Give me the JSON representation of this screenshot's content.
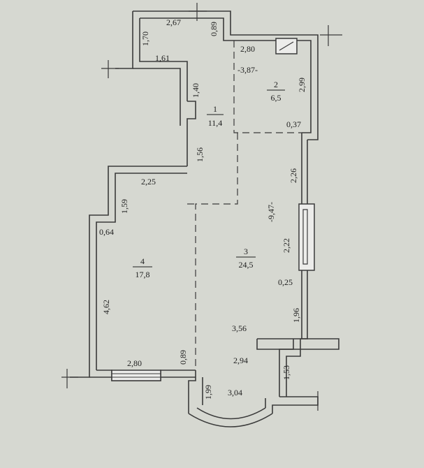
{
  "rooms": [
    {
      "id": "1",
      "area": "11,4"
    },
    {
      "id": "2",
      "area": "6,5"
    },
    {
      "id": "3",
      "area": "24,5"
    },
    {
      "id": "4",
      "area": "17,8"
    }
  ],
  "dims": {
    "d_2_67": "2,67",
    "d_0_89_top": "0,89",
    "d_1_70": "1,70",
    "d_1_61": "1,61",
    "d_1_40": "1,40",
    "d_2_80_top": "2,80",
    "d_3_87": "-3,87-",
    "d_2_99": "2,99",
    "d_0_37": "0,37",
    "d_1_56": "1,56",
    "d_2_25": "2,25",
    "d_2_26": "2,26",
    "d_1_59": "1,59",
    "d_9_47": "-9,47-",
    "d_0_64": "0,64",
    "d_2_22": "2,22",
    "d_0_25": "0,25",
    "d_4_62": "4,62",
    "d_1_96": "1,96",
    "d_3_56": "3,56",
    "d_0_89_bottom": "0,89",
    "d_2_80_bottom": "2,80",
    "d_2_94": "2,94",
    "d_1_53": "1,53",
    "d_1_99": "1,99",
    "d_3_04": "3,04"
  },
  "colors": {
    "paper": "#d6d8d1",
    "wall": "#3a3a3a",
    "wall_fill": "#ececea",
    "ink": "#1f1f1f"
  }
}
